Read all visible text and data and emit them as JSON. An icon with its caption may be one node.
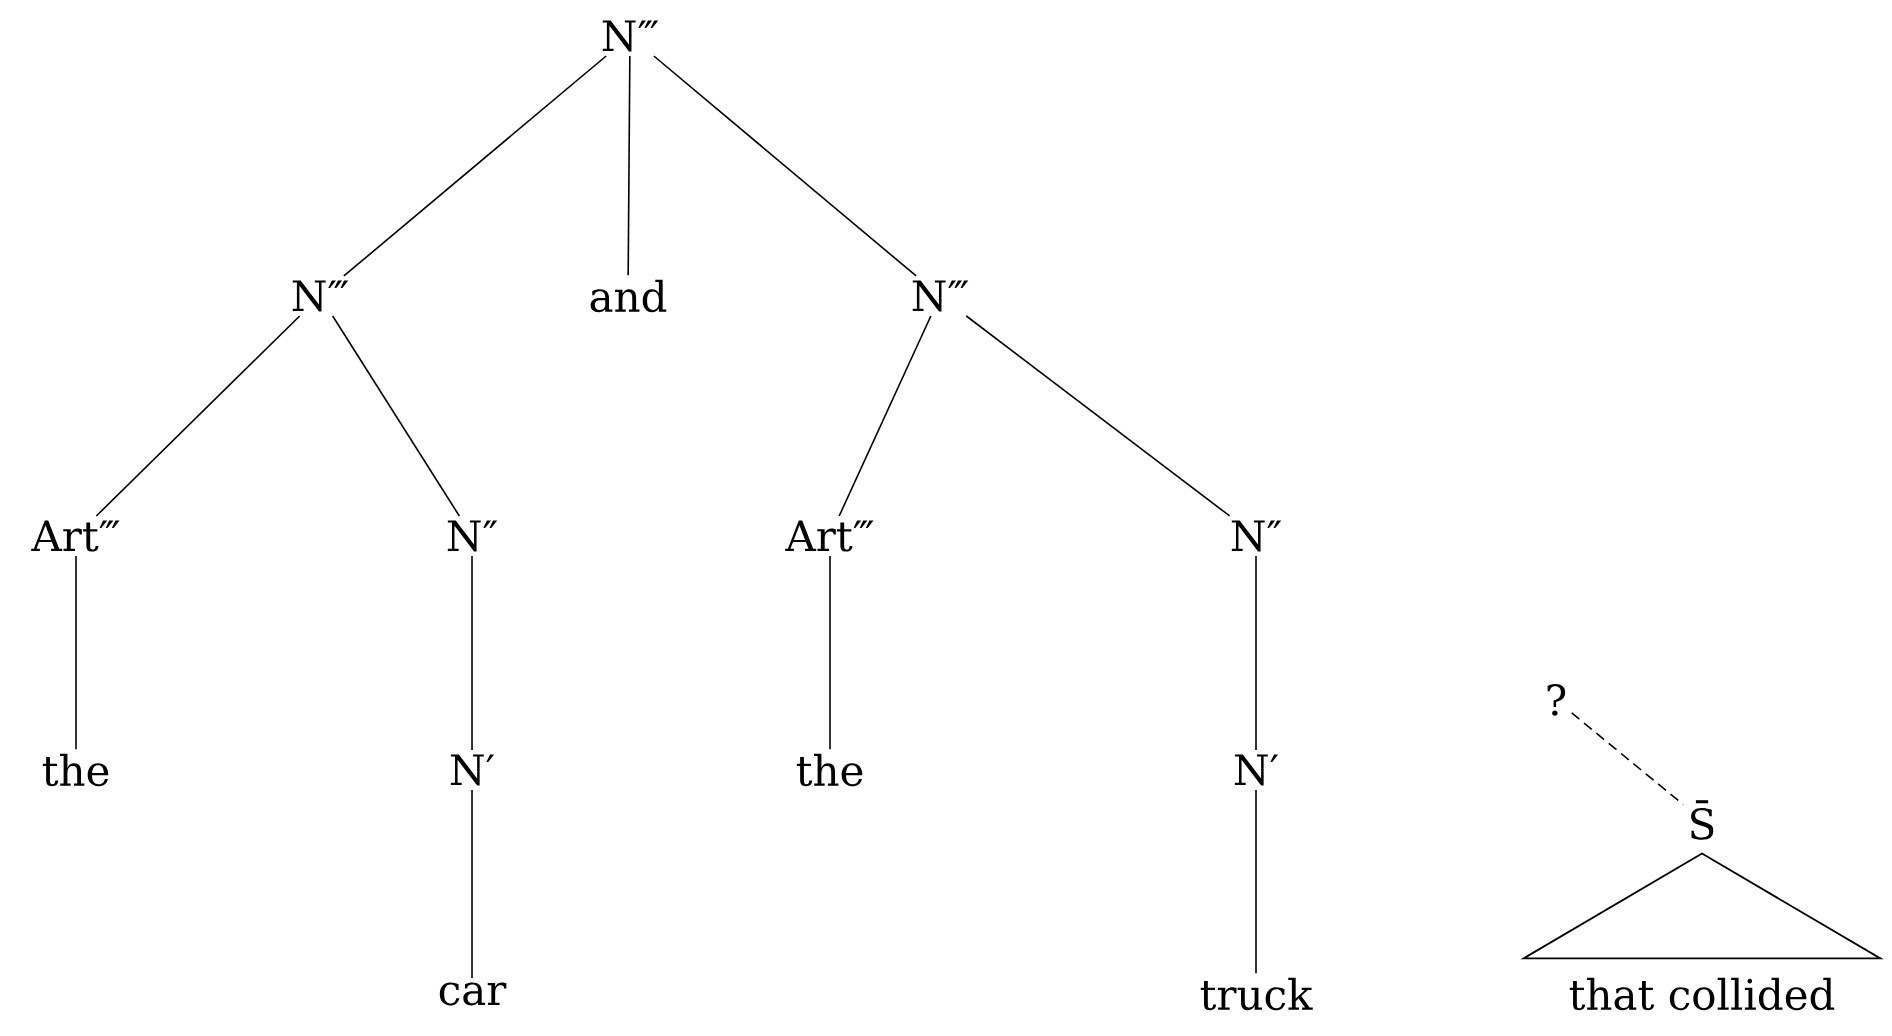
{
  "diagram": {
    "nodes": [
      {
        "text": [
          "N‴"
        ]
      },
      {
        "text": [
          "N‴"
        ]
      },
      {
        "text": [
          "and"
        ]
      },
      {
        "text": [
          "N‴"
        ]
      },
      {
        "text": [
          "Art‴"
        ]
      },
      {
        "text": [
          "N″"
        ]
      },
      {
        "text": [
          "Art‴"
        ]
      },
      {
        "text": [
          "N″"
        ]
      },
      {
        "text": [
          "the"
        ]
      },
      {
        "text": [
          "N′"
        ]
      },
      {
        "text": [
          "the"
        ]
      },
      {
        "text": [
          "N′"
        ]
      },
      {
        "text": [
          "car"
        ]
      },
      {
        "text": [
          "truck"
        ]
      },
      {
        "text": [
          "?"
        ]
      },
      {
        "text": [
          "S̄"
        ]
      },
      {
        "text": [],
        "shape": "triangle"
      },
      {
        "text": [
          "that collided"
        ]
      }
    ],
    "edges": [
      {
        "from": 0,
        "to": 1,
        "arrow": "none"
      },
      {
        "from": 0,
        "to": 2,
        "arrow": "none"
      },
      {
        "from": 0,
        "to": 3,
        "arrow": "none"
      },
      {
        "from": 1,
        "to": 4,
        "arrow": "none"
      },
      {
        "from": 1,
        "to": 5,
        "arrow": "none"
      },
      {
        "from": 3,
        "to": 6,
        "arrow": "none"
      },
      {
        "from": 3,
        "to": 7,
        "arrow": "none"
      },
      {
        "from": 4,
        "to": 8,
        "arrow": "none"
      },
      {
        "from": 5,
        "to": 9,
        "arrow": "none"
      },
      {
        "from": 6,
        "to": 10,
        "arrow": "none"
      },
      {
        "from": 7,
        "to": 11,
        "arrow": "none"
      },
      {
        "from": 9,
        "to": 12,
        "arrow": "none"
      },
      {
        "from": 11,
        "to": 13,
        "arrow": "none"
      },
      {
        "from": 14,
        "to": 15,
        "arrow": "none",
        "style": "dashed"
      }
    ]
  }
}
